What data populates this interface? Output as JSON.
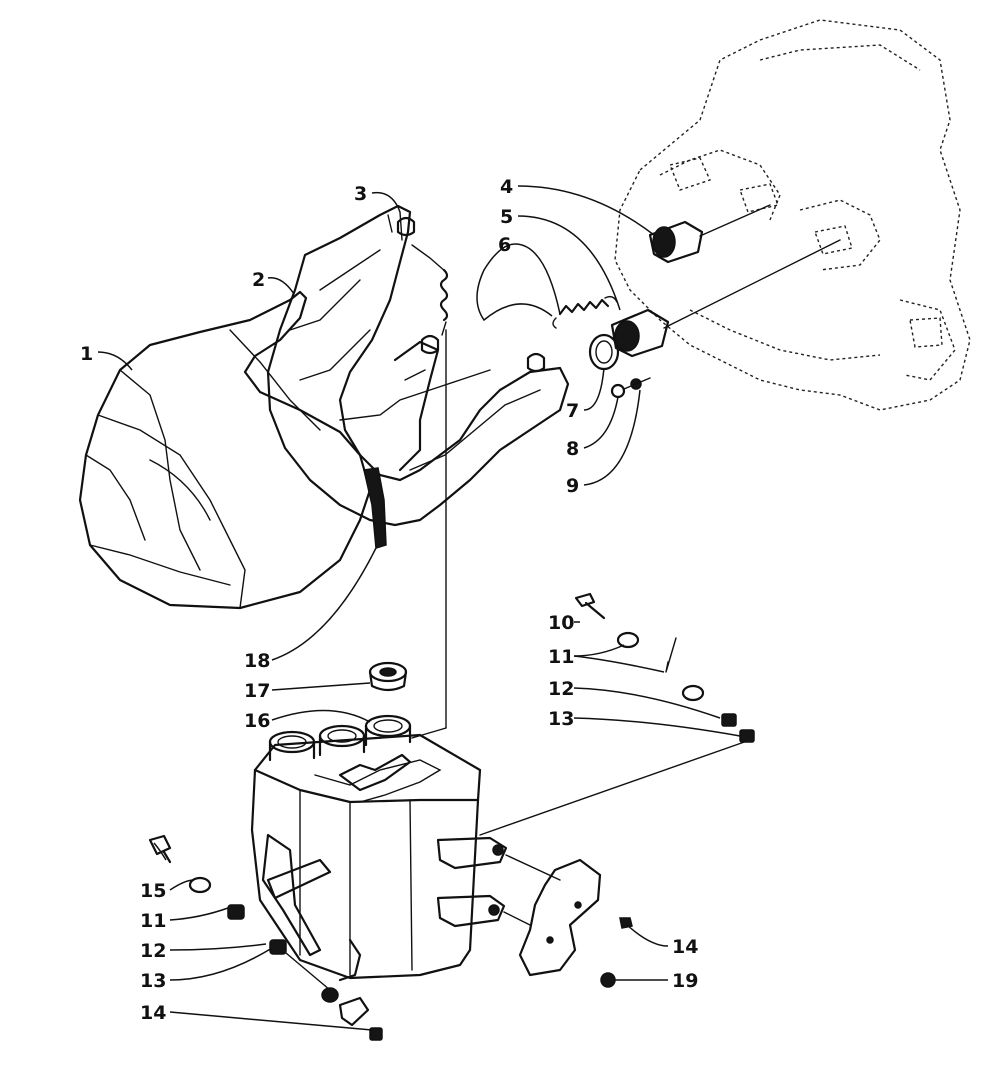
{
  "callouts": [
    {
      "id": "c1",
      "label": "1"
    },
    {
      "id": "c2",
      "label": "2"
    },
    {
      "id": "c3",
      "label": "3"
    },
    {
      "id": "c4",
      "label": "4"
    },
    {
      "id": "c5",
      "label": "5"
    },
    {
      "id": "c6",
      "label": "6"
    },
    {
      "id": "c7",
      "label": "7"
    },
    {
      "id": "c8",
      "label": "8"
    },
    {
      "id": "c9",
      "label": "9"
    },
    {
      "id": "c10",
      "label": "10"
    },
    {
      "id": "c11a",
      "label": "11"
    },
    {
      "id": "c12a",
      "label": "12"
    },
    {
      "id": "c13a",
      "label": "13"
    },
    {
      "id": "c14a",
      "label": "14"
    },
    {
      "id": "c19",
      "label": "19"
    },
    {
      "id": "c18",
      "label": "18"
    },
    {
      "id": "c17",
      "label": "17"
    },
    {
      "id": "c16",
      "label": "16"
    },
    {
      "id": "c15",
      "label": "15"
    },
    {
      "id": "c11b",
      "label": "11"
    },
    {
      "id": "c12b",
      "label": "12"
    },
    {
      "id": "c13b",
      "label": "13"
    },
    {
      "id": "c14b",
      "label": "14"
    }
  ]
}
